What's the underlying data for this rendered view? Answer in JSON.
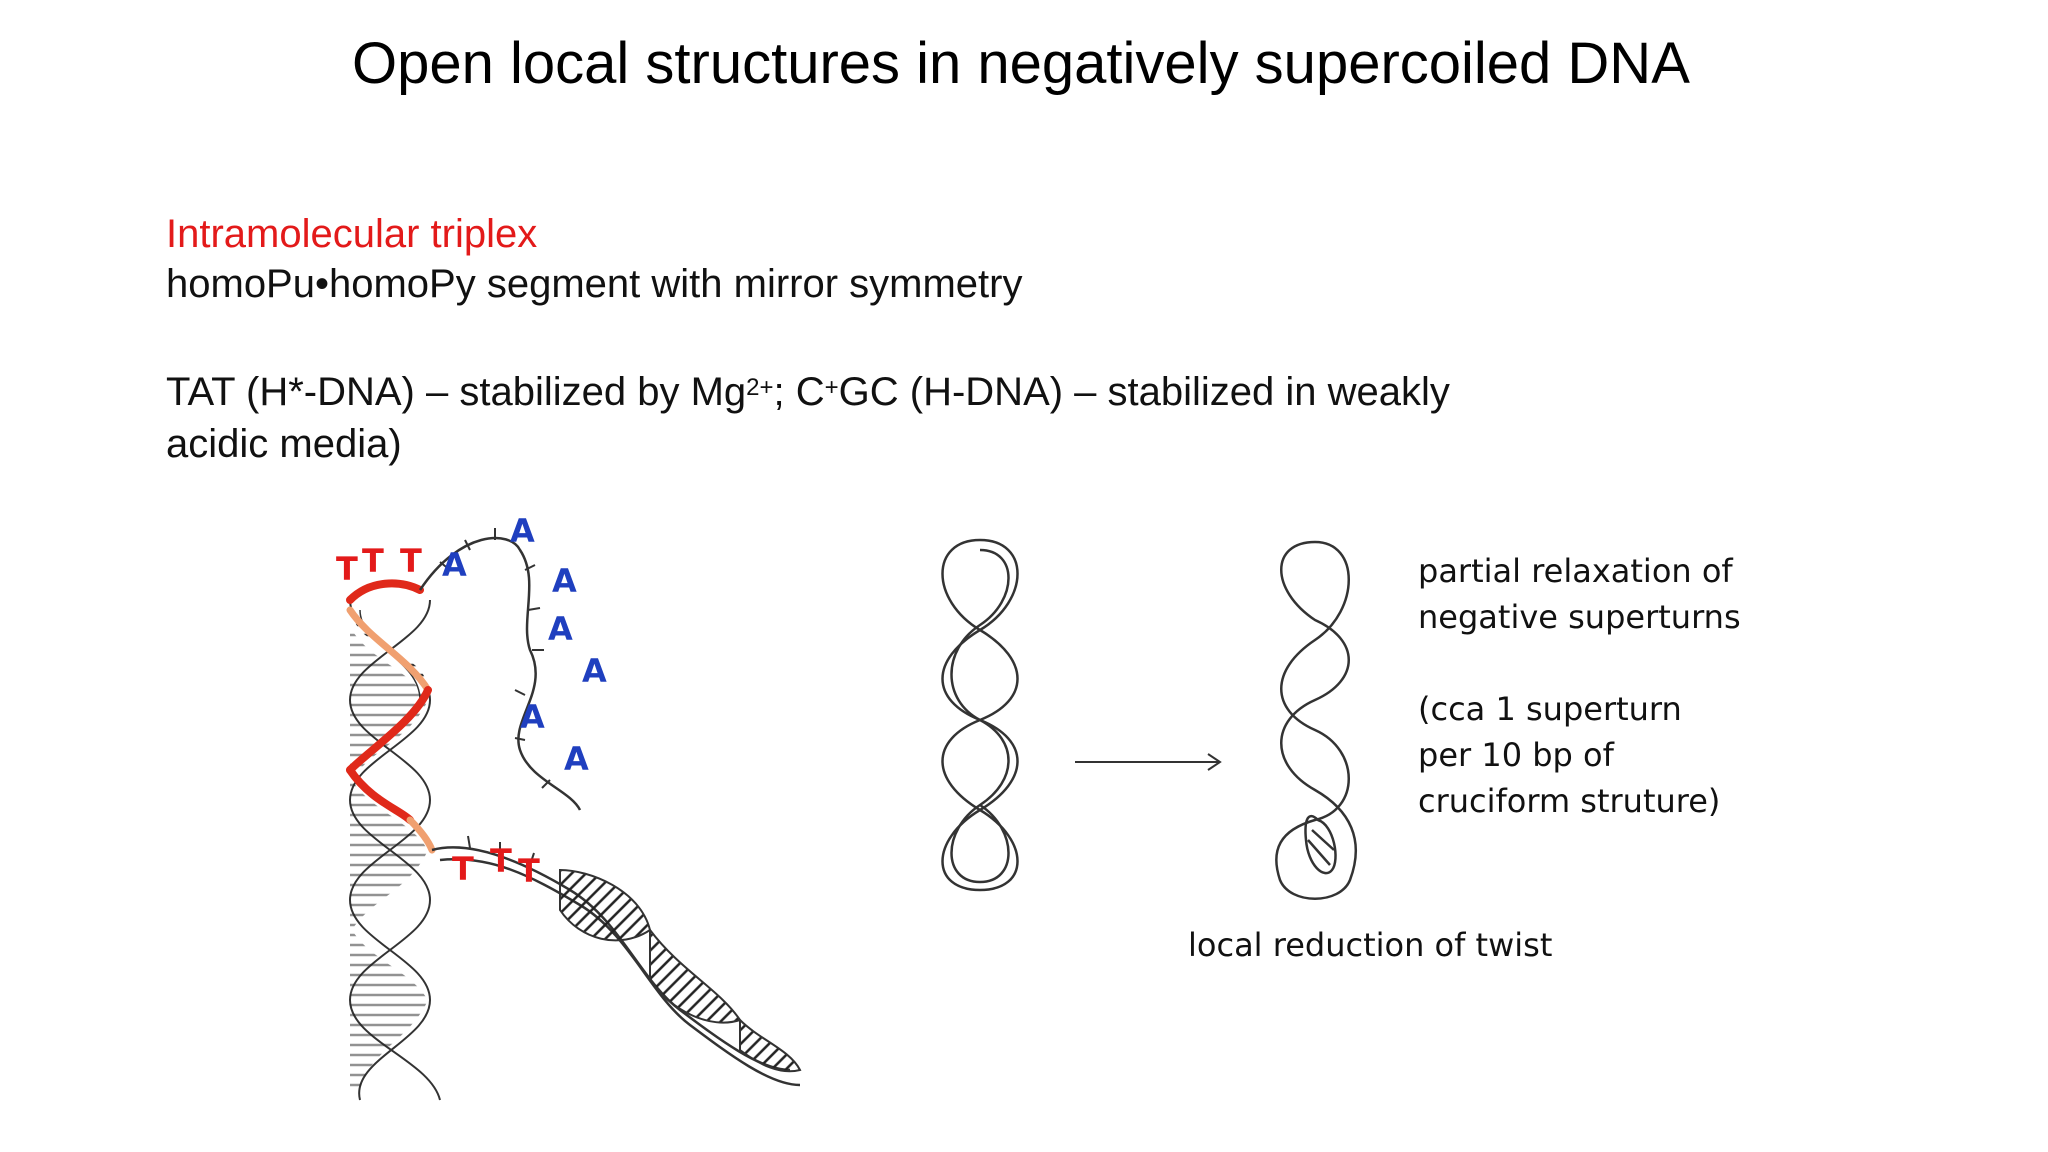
{
  "title": "Open local structures in negatively supercoiled DNA",
  "section_heading": "Intramolecular triplex",
  "line_homo": "homoPu•homoPy segment with mirror symmetry",
  "tat": {
    "part1": "TAT (H*-DNA) – stabilized by Mg",
    "sup1": "2+",
    "part2": "; C",
    "sup2": "+",
    "part3": "GC (H-DNA) – stabilized in weakly acidic media)"
  },
  "triplex_figure": {
    "t_labels": [
      "T",
      "T",
      "T",
      "T",
      "T",
      "T"
    ],
    "a_labels": [
      "A",
      "A",
      "A",
      "A",
      "A",
      "A",
      "A"
    ],
    "colors": {
      "t": "#e31a1a",
      "a": "#1f3fbf",
      "strand_red": "#e0291a",
      "strand_orange": "#f0a070"
    }
  },
  "supercoil_figure": {
    "right_text_1": "partial relaxation of",
    "right_text_2": "negative superturns",
    "right_text_3": "(cca 1 superturn",
    "right_text_4": "per 10 bp of",
    "right_text_5": "cruciform struture)",
    "bottom_caption": "local reduction of twist"
  }
}
